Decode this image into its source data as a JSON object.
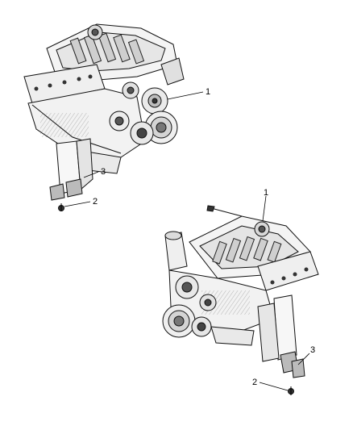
{
  "diagram": {
    "engines": [
      {
        "id": "engine-top-left",
        "callouts": [
          {
            "number": "1"
          },
          {
            "number": "3"
          },
          {
            "number": "2"
          }
        ]
      },
      {
        "id": "engine-bottom-right",
        "callouts": [
          {
            "number": "1"
          },
          {
            "number": "3"
          },
          {
            "number": "2"
          }
        ]
      }
    ]
  }
}
